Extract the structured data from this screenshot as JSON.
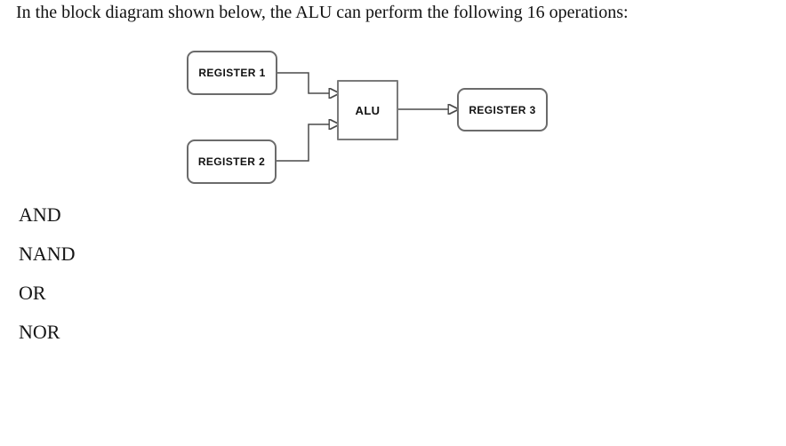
{
  "title": "In the block diagram shown below, the ALU can perform the following 16 operations:",
  "diagram": {
    "register1": "REGISTER 1",
    "register2": "REGISTER 2",
    "alu": "ALU",
    "register3": "REGISTER 3"
  },
  "operations": [
    "AND",
    "NAND",
    "OR",
    "NOR"
  ],
  "colors": {
    "background": "#ffffff",
    "text": "#111111",
    "box_border": "#6b6b6b",
    "alu_border": "#7a7a7a",
    "connector": "#4a4a4a",
    "arrowhead": "#1a1a1a"
  }
}
